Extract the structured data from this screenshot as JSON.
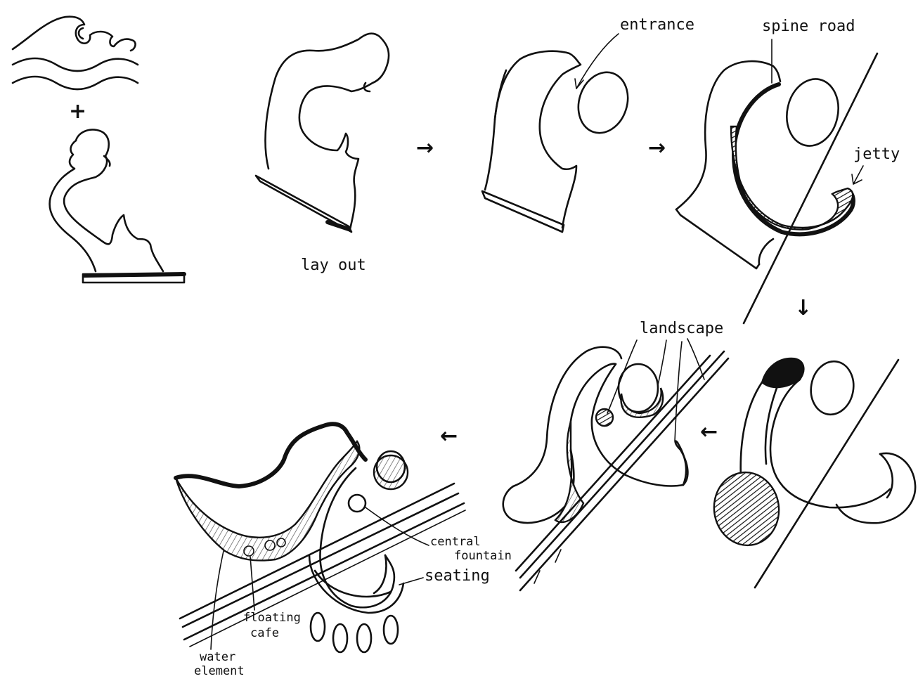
{
  "labels": {
    "layout": "lay out",
    "entrance": "entrance",
    "spine_road": "spine road",
    "jetty": "jetty",
    "landscape": "landscape",
    "central_fountain_1": "central",
    "central_fountain_2": "fountain",
    "seating": "seating",
    "floating_cafe_1": "floating",
    "floating_cafe_2": "cafe",
    "water_element_1": "water",
    "water_element_2": "element"
  },
  "symbols": {
    "plus": "+",
    "arrow_right": "→",
    "arrow_left": "←",
    "arrow_down": "↓"
  },
  "ink_color": "#111111"
}
